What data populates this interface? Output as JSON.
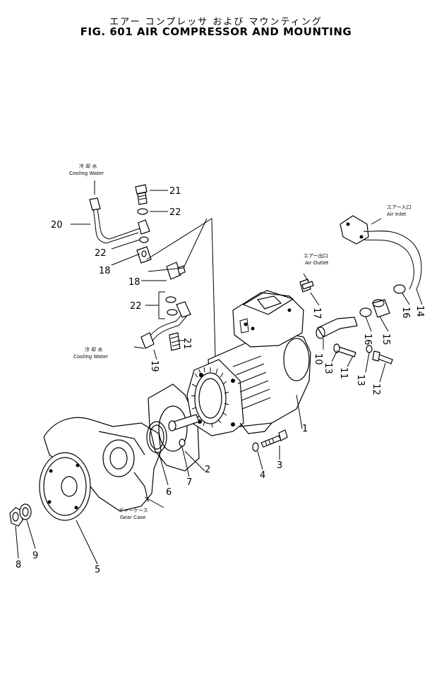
{
  "title": {
    "japanese": "エアー コンプレッサ および マウンティング",
    "english": "FIG. 601  AIR COMPRESSOR AND MOUNTING"
  },
  "labels": {
    "cooling_water_top_jp": "冷 却 水",
    "cooling_water_top_en": "Cooling Water",
    "cooling_water_bottom_jp": "冷 却 水",
    "cooling_water_bottom_en": "Cooling Water",
    "air_outlet_jp": "エアー出口",
    "air_outlet_en": "Air Outlet",
    "air_inlet_jp": "エアー入口",
    "air_inlet_en": "Air Inlet",
    "gear_case_jp": "ギャーケース",
    "gear_case_en": "Gear Case"
  },
  "callouts": [
    {
      "id": "c1",
      "text": "1"
    },
    {
      "id": "c2",
      "text": "2"
    },
    {
      "id": "c3",
      "text": "3"
    },
    {
      "id": "c4",
      "text": "4"
    },
    {
      "id": "c5",
      "text": "5"
    },
    {
      "id": "c6",
      "text": "6"
    },
    {
      "id": "c7",
      "text": "7"
    },
    {
      "id": "c8",
      "text": "8"
    },
    {
      "id": "c9",
      "text": "9"
    },
    {
      "id": "c10",
      "text": "10"
    },
    {
      "id": "c11",
      "text": "11"
    },
    {
      "id": "c12",
      "text": "12"
    },
    {
      "id": "c13a",
      "text": "13"
    },
    {
      "id": "c13b",
      "text": "13"
    },
    {
      "id": "c14",
      "text": "14"
    },
    {
      "id": "c15",
      "text": "15"
    },
    {
      "id": "c16a",
      "text": "16"
    },
    {
      "id": "c16b",
      "text": "16"
    },
    {
      "id": "c17",
      "text": "17"
    },
    {
      "id": "c18a",
      "text": "18"
    },
    {
      "id": "c18b",
      "text": "18"
    },
    {
      "id": "c19",
      "text": "19"
    },
    {
      "id": "c20",
      "text": "20"
    },
    {
      "id": "c21a",
      "text": "21"
    },
    {
      "id": "c21b",
      "text": "21"
    },
    {
      "id": "c22a",
      "text": "22"
    },
    {
      "id": "c22b",
      "text": "22"
    },
    {
      "id": "c22c",
      "text": "22"
    }
  ]
}
